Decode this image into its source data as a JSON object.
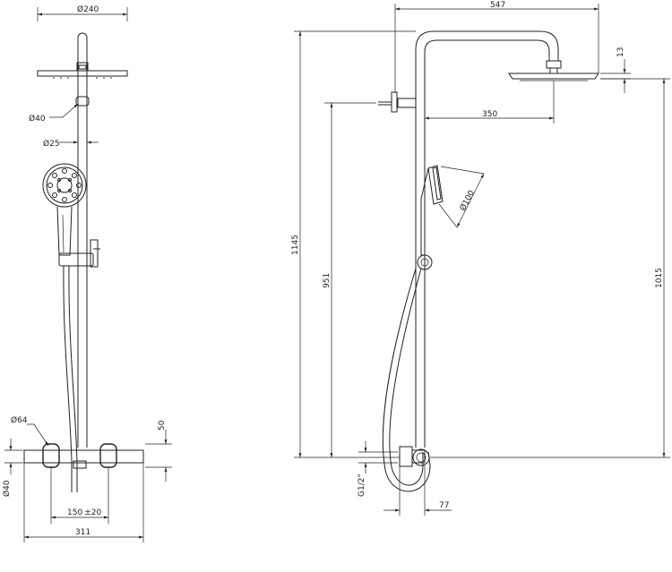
{
  "dimensions": {
    "head_diameter": "240",
    "pipe_diameter_40": "40",
    "rail_diameter": "25",
    "body_diameter": "64",
    "body_height": "50",
    "outlet_diameter": "40",
    "inlet_spacing": "150",
    "inlet_tolerance": "±20",
    "total_width": "311",
    "arm_length": "547",
    "head_height": "13",
    "arm_offset": "350",
    "hand_shower_diameter": "100",
    "total_height": "1145",
    "holder_height": "951",
    "head_level": "1015",
    "inlet_thread": "G1/2\"",
    "wall_depth": "77"
  },
  "symbols": {
    "diameter": "Ø"
  },
  "colors": {
    "line": "#222222",
    "background": "#ffffff"
  }
}
